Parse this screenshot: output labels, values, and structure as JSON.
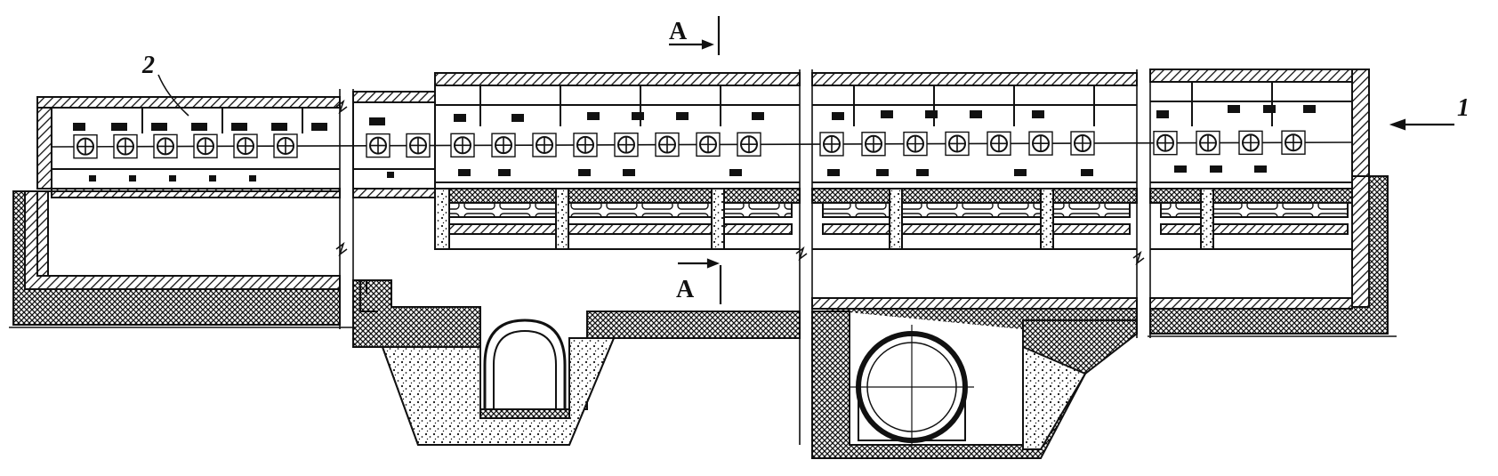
{
  "labels": {
    "leader_1": "1",
    "leader_2": "2",
    "section_top": "A",
    "section_bottom": "A"
  },
  "colors": {
    "ink": "#111111",
    "paper": "#ffffff"
  }
}
